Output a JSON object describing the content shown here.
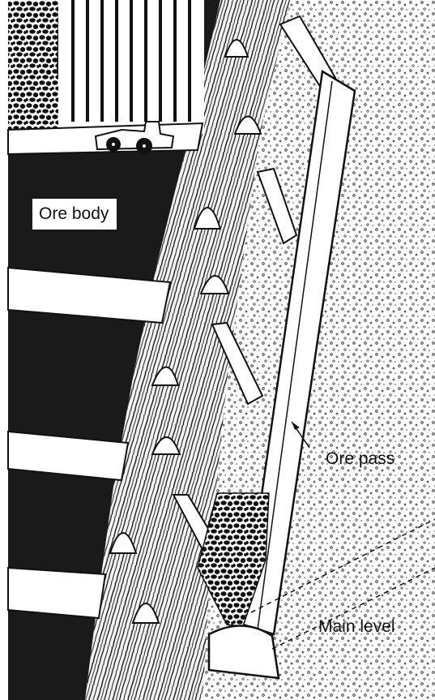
{
  "labels": {
    "ore_body": "Ore body",
    "ore_pass": "Ore pass",
    "main_level": "Main level"
  },
  "colors": {
    "ore_body": "#1a1a1a",
    "country_rock": "#ffffff",
    "hanging_wall": "#ffffff",
    "lines": "#111111"
  }
}
